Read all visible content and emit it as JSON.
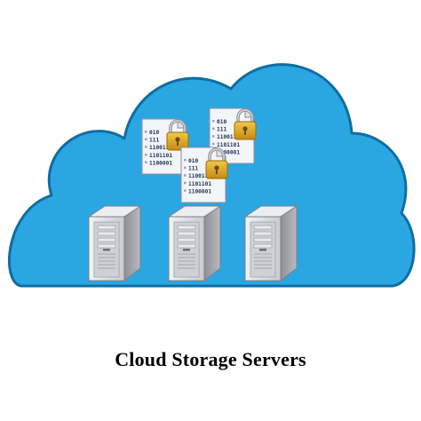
{
  "caption": "Cloud Storage Servers",
  "colors": {
    "cloud_fill": "#2aa7e3",
    "cloud_outline": "#0f6da3",
    "server_body": "#dcdde1",
    "server_dark": "#8e9098",
    "document_fill": "#f4f5f8",
    "lock_gold": "#d8a424"
  },
  "icons": [
    "cloud-icon",
    "encrypted-document-icon",
    "padlock-icon",
    "server-tower-icon"
  ],
  "documents": [
    {
      "lines": [
        "010",
        "111",
        "1100110",
        "1101101",
        "1100001"
      ]
    },
    {
      "lines": [
        "010",
        "111",
        "1100110",
        "1101101",
        "1100001"
      ]
    },
    {
      "lines": [
        "010",
        "111",
        "1100110",
        "1101101",
        "1100001"
      ]
    }
  ],
  "servers": [
    {
      "id": "server-1"
    },
    {
      "id": "server-2"
    },
    {
      "id": "server-3"
    }
  ]
}
